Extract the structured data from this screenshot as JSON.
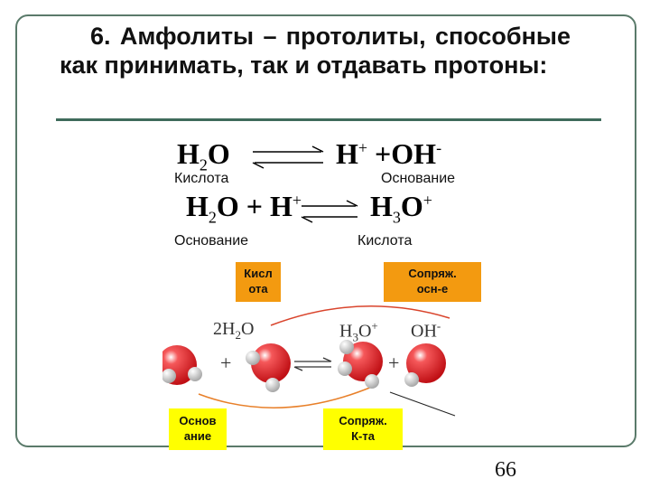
{
  "title": {
    "number": "6.",
    "text": "Амфолиты – протолиты, способные как принимать, так и отдавать протоны:"
  },
  "equation1": {
    "left": "H",
    "left_sub": "2",
    "left_tail": "O",
    "right_h": "H",
    "right_h_sup": "+",
    "right_plus": "+",
    "right_oh": "OH",
    "right_oh_sup": "-",
    "label_left": "Кислота",
    "label_right": "Основание"
  },
  "equation2": {
    "left": "H",
    "left_sub": "2",
    "left_tail": "O + H",
    "left_sup": "+",
    "right": "H",
    "right_sub": "3",
    "right_tail": "O",
    "right_sup": "+",
    "label_left": "Основание",
    "label_right": "Кислота"
  },
  "scene": {
    "label_2h2o_coef": "2",
    "label_2h2o_h": "H",
    "label_2h2o_sub": "2",
    "label_2h2o_o": "O",
    "label_h3o_h": "H",
    "label_h3o_sub": "3",
    "label_h3o_o": "O",
    "label_h3o_sup": "+",
    "label_oh": "OH",
    "label_oh_sup": "-",
    "plus_left": "+",
    "plus_right": "+"
  },
  "boxes": {
    "acid_line1": "Кисл",
    "acid_line2": "ота",
    "conj_base_line1": "Сопряж.",
    "conj_base_line2": "осн-е",
    "base_line1": "Основ",
    "base_line2": "ание",
    "conj_acid_line1": "Сопряж.",
    "conj_acid_line2": "К-та"
  },
  "page_number": "66",
  "colors": {
    "frame": "#5a7a6a",
    "rule": "#3f6b5b",
    "orange_box": "#f39a10",
    "yellow_box": "#ffff00",
    "sphere_red": "#e8262a",
    "arc_top": "#d9442c",
    "arc_bottom": "#e8802a"
  }
}
